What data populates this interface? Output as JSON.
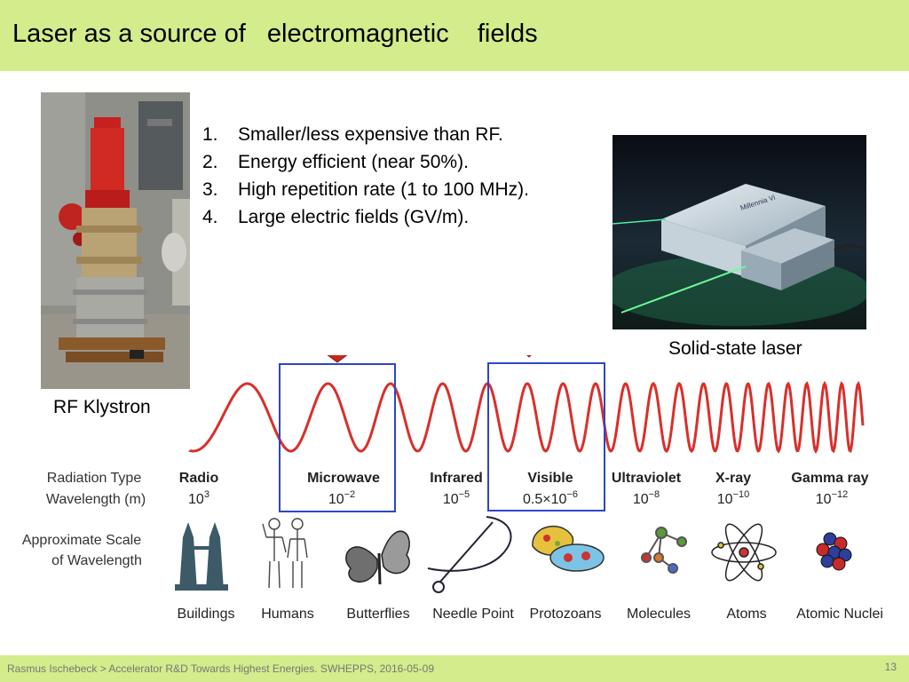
{
  "slide": {
    "title": "Laser as a source of   electromagnetic    fields",
    "advantages": [
      {
        "num": "1.",
        "text": "Smaller/less expensive than RF."
      },
      {
        "num": "2.",
        "text": "Energy efficient (near 50%)."
      },
      {
        "num": "3.",
        "text": "High repetition rate (1 to 100 MHz)."
      },
      {
        "num": "4.",
        "text": "Large electric fields (GV/m)."
      }
    ],
    "klystron_caption": "RF Klystron",
    "laser_caption": "Solid-state laser",
    "laser_label": "Millennia Vi",
    "footer": "Rasmus Ischebeck > Accelerator R&D Towards Highest Energies. SWHEPPS, 2016-05-09",
    "page_number": "13"
  },
  "spectrum": {
    "row_label_type": "Radiation Type",
    "row_label_wavelength": "Wavelength (m)",
    "row_label_scale_1": "Approximate Scale",
    "row_label_scale_2": "of Wavelength",
    "columns": [
      {
        "type": "Radio",
        "base": "10",
        "exp": "3",
        "scale": "Buildings"
      },
      {
        "type": "Microwave",
        "base": "10",
        "exp": "−2",
        "scale": "Humans"
      },
      {
        "type": "Infrared",
        "base": "10",
        "exp": "−5",
        "scale": "Butterflies"
      },
      {
        "type": "Visible",
        "base": "0.5×10",
        "exp": "−6",
        "scale": "Needle Point"
      },
      {
        "type": "Ultraviolet",
        "base": "10",
        "exp": "−8",
        "scale": "Protozoans"
      },
      {
        "type": "X-ray",
        "base": "10",
        "exp": "−10",
        "scale": "Molecules"
      },
      {
        "type": "Gamma ray",
        "base": "10",
        "exp": "−12",
        "scale": "Atoms"
      }
    ],
    "last_scale": "Atomic Nuclei",
    "colors": {
      "wave": "#d92f2a",
      "highlight_box": "#2b46c9",
      "arrow": "#c8281c",
      "icon": "#3c5a68"
    }
  }
}
